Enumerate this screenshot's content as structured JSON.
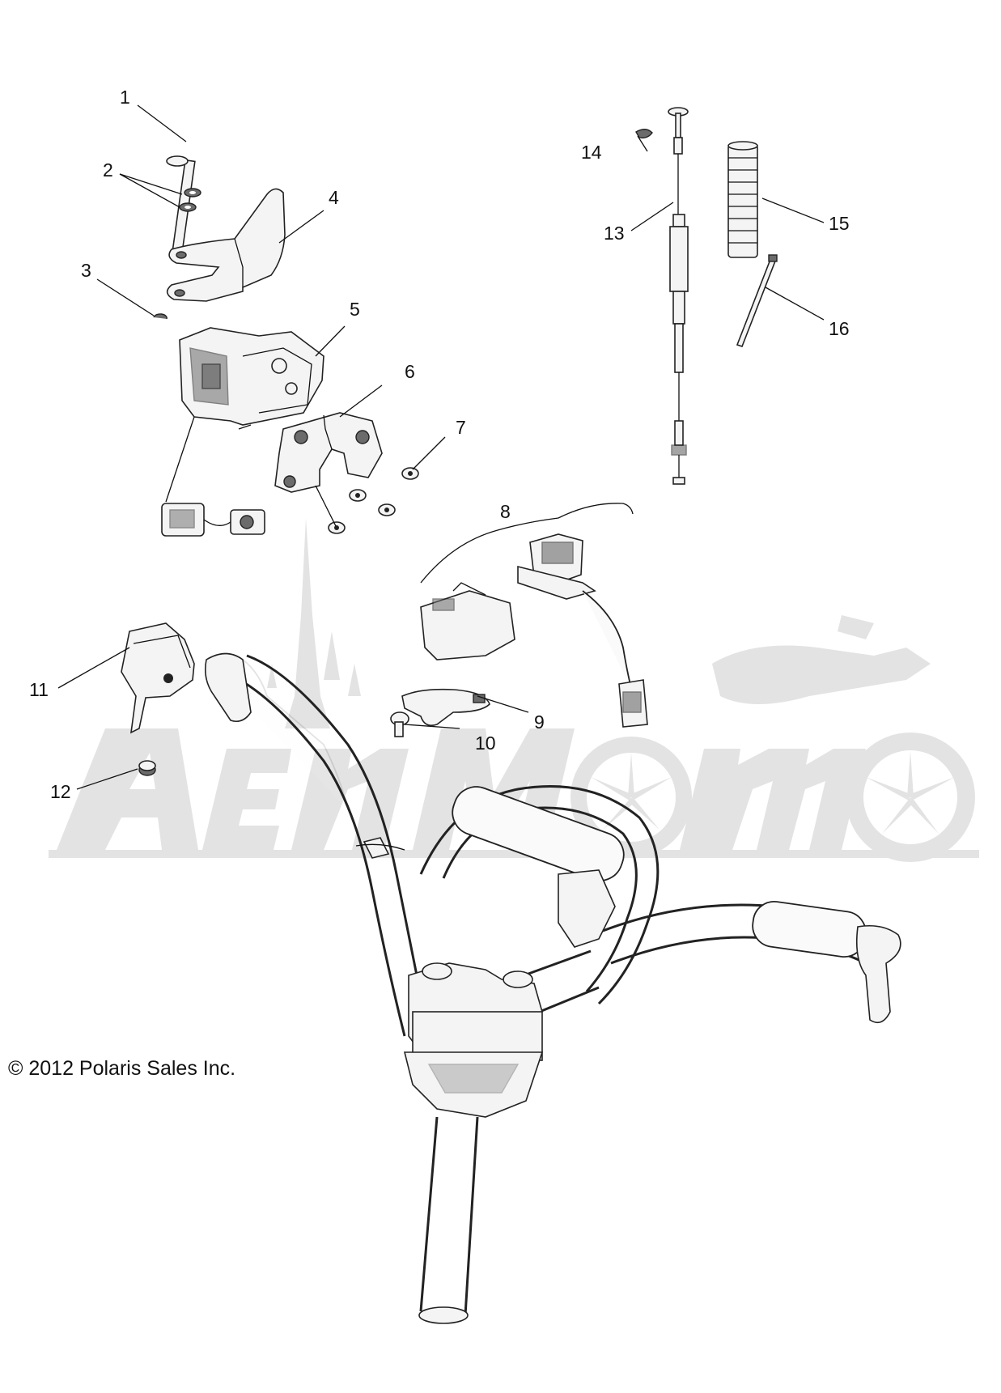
{
  "copyright": "© 2012 Polaris Sales Inc.",
  "watermark": {
    "text": "AeroMoto",
    "color": "#e3e3e3"
  },
  "callouts": [
    {
      "id": "1",
      "label": "1"
    },
    {
      "id": "2",
      "label": "2"
    },
    {
      "id": "3",
      "label": "3"
    },
    {
      "id": "4",
      "label": "4"
    },
    {
      "id": "5",
      "label": "5"
    },
    {
      "id": "6",
      "label": "6"
    },
    {
      "id": "7",
      "label": "7"
    },
    {
      "id": "8",
      "label": "8"
    },
    {
      "id": "9",
      "label": "9"
    },
    {
      "id": "10",
      "label": "10"
    },
    {
      "id": "11",
      "label": "11"
    },
    {
      "id": "12",
      "label": "12"
    },
    {
      "id": "13",
      "label": "13"
    },
    {
      "id": "14",
      "label": "14"
    },
    {
      "id": "15",
      "label": "15"
    },
    {
      "id": "16",
      "label": "16"
    }
  ],
  "colors": {
    "line": "#111111",
    "part_fill": "#f4f4f4",
    "part_dark": "#6b6b6b"
  }
}
